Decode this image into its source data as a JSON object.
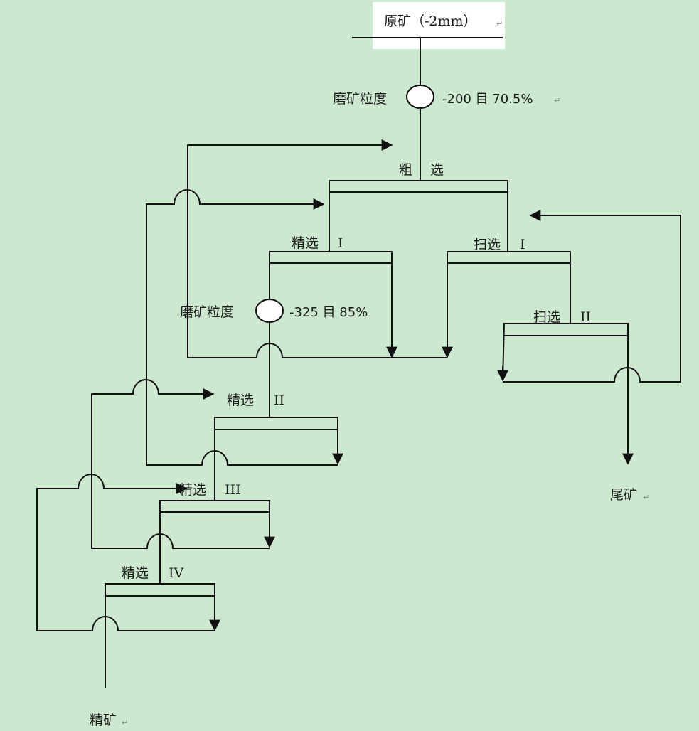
{
  "diagram": {
    "colors": {
      "background": "#cce8cf",
      "line": "#111111",
      "title_box": "#ffffff"
    },
    "feed": {
      "label": "原矿（-2mm）"
    },
    "grinding": [
      {
        "id": "grind-1",
        "label": "磨矿粒度",
        "spec": "-200 目 70.5%"
      },
      {
        "id": "grind-2",
        "label": "磨矿粒度",
        "spec": "-325 目 85%"
      }
    ],
    "stages": [
      {
        "id": "rougher",
        "name": "粗",
        "suffix": "选"
      },
      {
        "id": "cleaner-1",
        "name": "精选",
        "suffix": "I"
      },
      {
        "id": "scavenger-1",
        "name": "扫选",
        "suffix": "I"
      },
      {
        "id": "scavenger-2",
        "name": "扫选",
        "suffix": "II"
      },
      {
        "id": "cleaner-2",
        "name": "精选",
        "suffix": "II"
      },
      {
        "id": "cleaner-3",
        "name": "精选",
        "suffix": "III"
      },
      {
        "id": "cleaner-4",
        "name": "精选",
        "suffix": "IV"
      }
    ],
    "products": {
      "tailings": "尾矿",
      "concentrate": "精矿"
    },
    "para_mark": "↵"
  }
}
